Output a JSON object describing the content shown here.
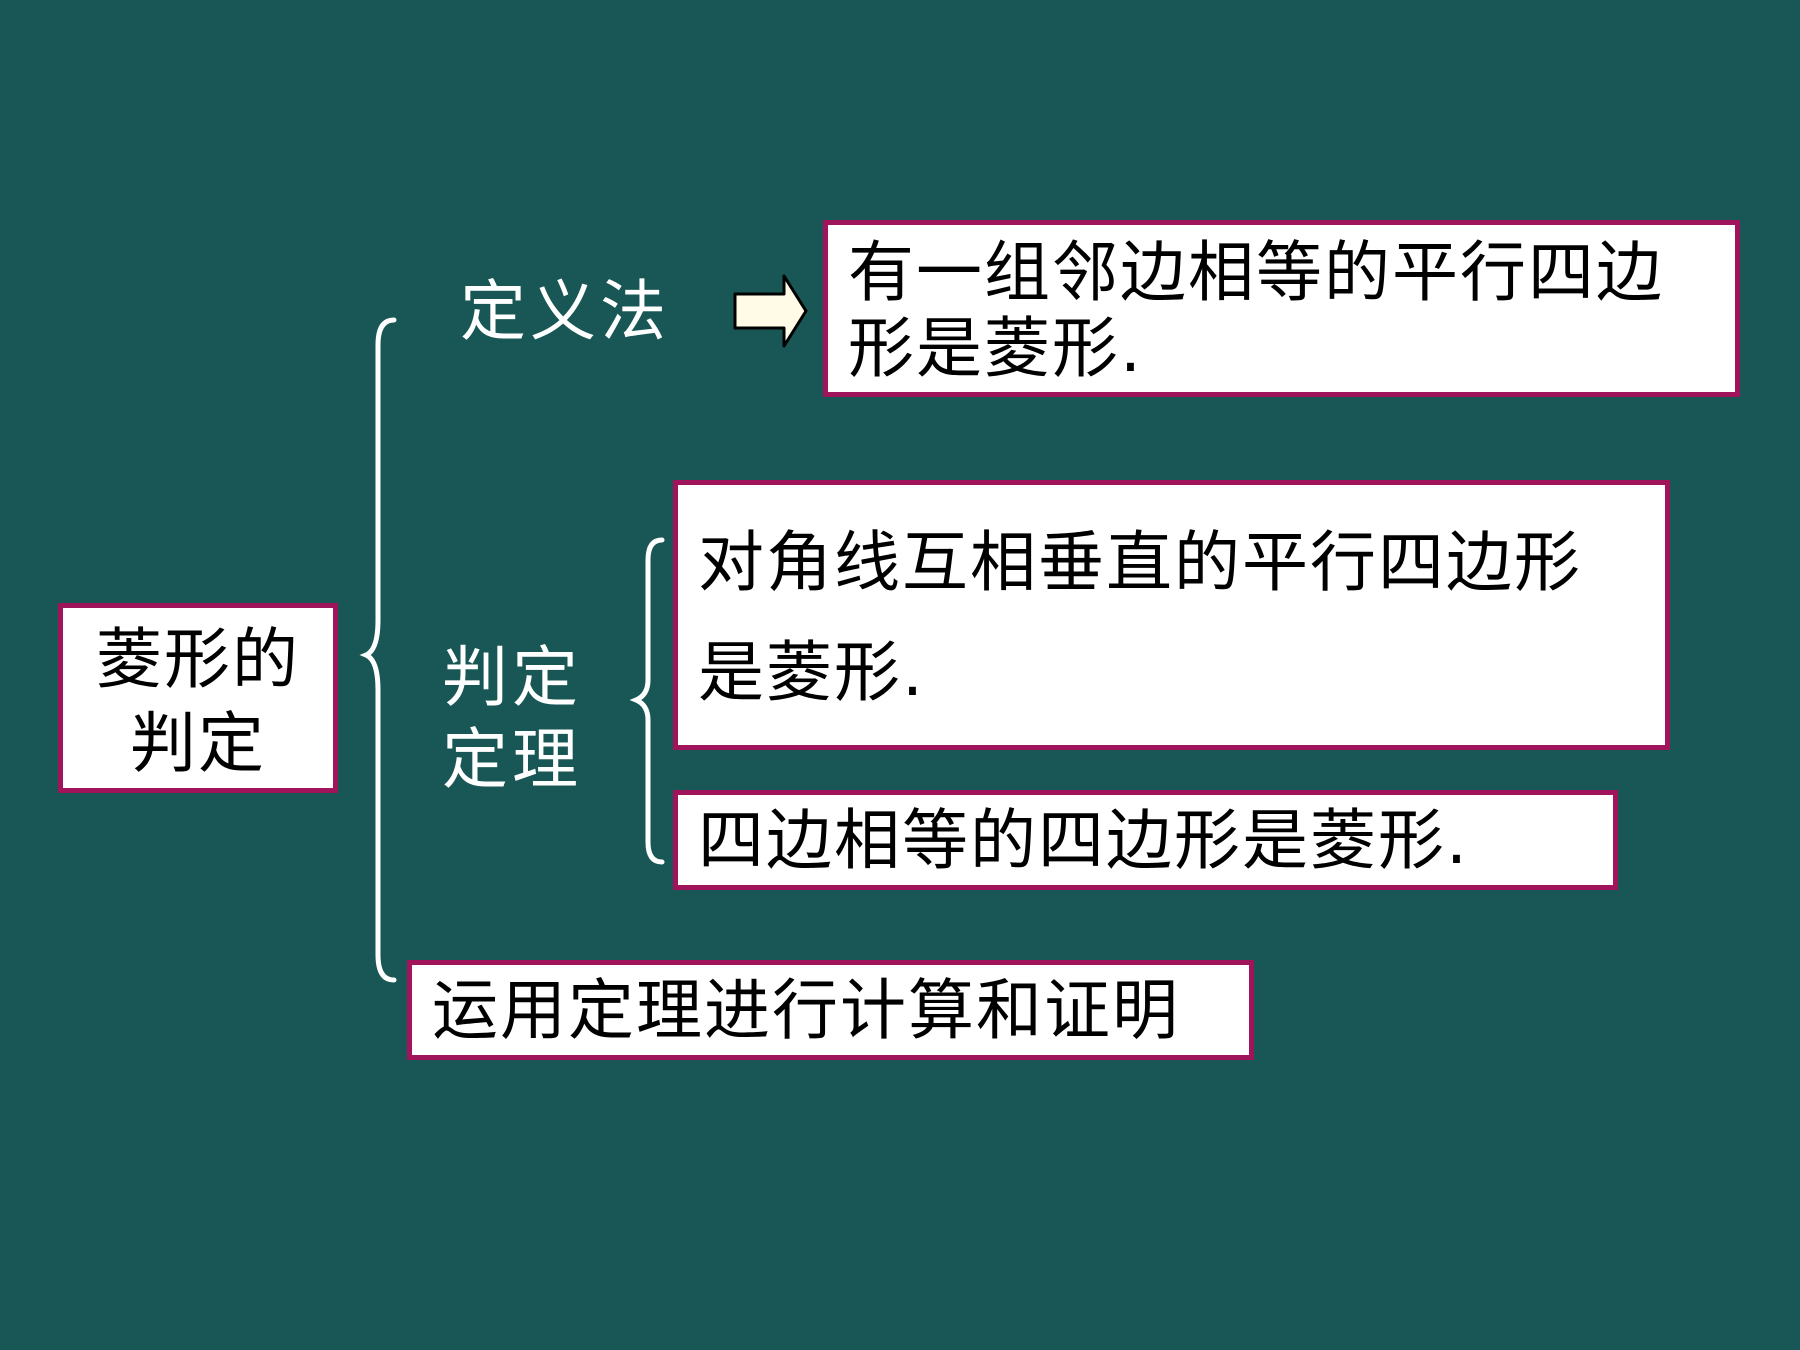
{
  "root": {
    "line1": "菱形的",
    "line2": "判定"
  },
  "branch_definition": {
    "label": "定义法",
    "statement_line1": "有一组邻边相等的平行四边",
    "statement_line2": "形是菱形."
  },
  "branch_theorem": {
    "label_line1": "判定",
    "label_line2": "定理",
    "theorem1_line1": "对角线互相垂直的平行四边形",
    "theorem1_line2": "是菱形.",
    "theorem2": "四边相等的四边形是菱形."
  },
  "branch_application": {
    "label": "运用定理进行计算和证明"
  },
  "colors": {
    "background": "#185755",
    "box_border": "#a0145c",
    "box_fill": "#ffffff",
    "arrow_fill": "#fffbe6"
  }
}
